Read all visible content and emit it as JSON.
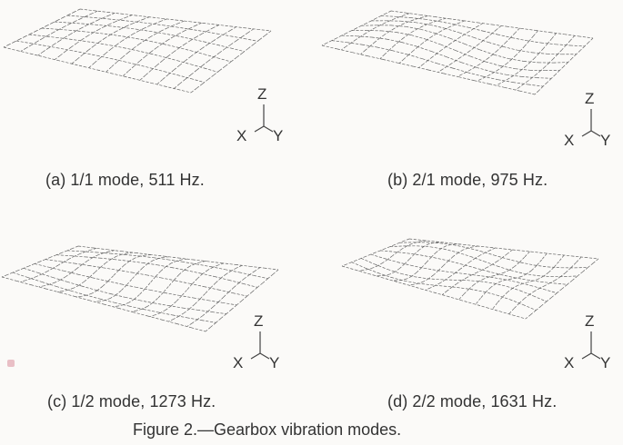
{
  "figure": {
    "title": "Figure 2.—Gearbox vibration modes.",
    "panels": [
      {
        "id": "a",
        "caption": "(a) 1/1 mode, 511 Hz.",
        "mode": "1/1",
        "frequency": "511 Hz"
      },
      {
        "id": "b",
        "caption": "(b) 2/1 mode, 975 Hz.",
        "mode": "2/1",
        "frequency": "975 Hz"
      },
      {
        "id": "c",
        "caption": "(c) 1/2 mode, 1273 Hz.",
        "mode": "1/2",
        "frequency": "1273 Hz"
      },
      {
        "id": "d",
        "caption": "(d) 2/2 mode, 1631 Hz.",
        "mode": "2/2",
        "frequency": "1631 Hz"
      }
    ],
    "axes": {
      "z": "Z",
      "x": "X",
      "y": "Y"
    }
  }
}
